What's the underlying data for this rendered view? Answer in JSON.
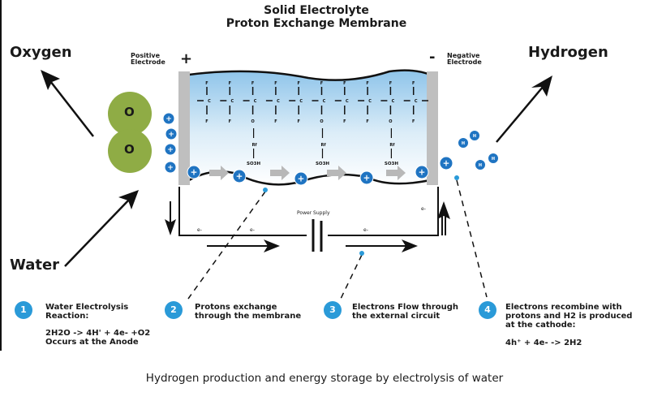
{
  "header": {
    "title_line1": "Solid Electrolyte",
    "title_line2": "Proton Exchange Membrane"
  },
  "labels": {
    "oxygen": "Oxygen",
    "hydrogen": "Hydrogen",
    "water": "Water",
    "positive_electrode_line1": "Positive",
    "positive_electrode_line2": "Electrode",
    "negative_electrode_line1": "Negative",
    "negative_electrode_line2": "Electrode",
    "plus_sign": "+",
    "minus_sign": "-",
    "power_supply": "Power Supply",
    "electron": "e-",
    "oxygen_atom": "O",
    "hydrogen_atom": "H",
    "proton": "+"
  },
  "membrane": {
    "carbon": "C",
    "fluorine": "F",
    "oxygen": "O",
    "rf": "Rf",
    "sulfonic_group": "SO3H",
    "side_chain_columns": [
      2,
      5,
      8
    ]
  },
  "steps": [
    {
      "number": "1",
      "text": [
        "Water Electrolysis",
        "Reaction:"
      ],
      "equation": [
        "2H2O -> 4H' + 4e- +O2",
        "Occurs at the Anode"
      ]
    },
    {
      "number": "2",
      "text": [
        "Protons exchange",
        "through the membrane"
      ],
      "equation": []
    },
    {
      "number": "3",
      "text": [
        "Electrons Flow through",
        "the external circuit"
      ],
      "equation": []
    },
    {
      "number": "4",
      "text": [
        "Electrons recombine with",
        "protons and H2 is produced",
        "at the cathode:"
      ],
      "equation": [
        "4h⁺ + 4e- -> 2H2"
      ]
    }
  ],
  "caption": "Hydrogen production and energy storage by electrolysis of water",
  "colors": {
    "proton_blue": "#1f74c2",
    "step_blue": "#2a9ad8",
    "oxygen_green": "#8fac45",
    "electrode_gray": "#bfbfbf",
    "membrane_top": "#8ec4ea",
    "arrow_gray": "#b8b8b8"
  }
}
